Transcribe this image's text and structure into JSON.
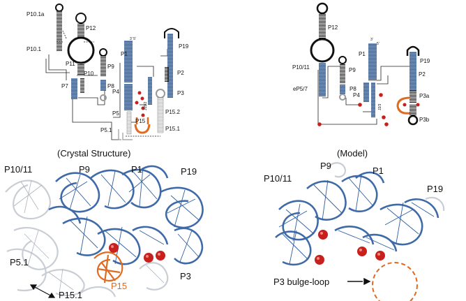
{
  "colors": {
    "helix_blue": "#2d5fa0",
    "ribbon_blue": "#3f6aa8",
    "ribbon_grey": "#c9cdd4",
    "p15_orange": "#e06a20",
    "metal_red": "#c8201c",
    "line_black": "#111111"
  },
  "left_panel": {
    "caption": "(Crystal Structure)",
    "labels": {
      "p10_1a": "P10.1a",
      "p12": "P12",
      "p10_1": "P10.1",
      "p11": "P11",
      "p10": "P10",
      "p9": "P9",
      "p7": "P7",
      "p8": "P8",
      "p1": "P1",
      "p19": "P19",
      "p2": "P2",
      "p3": "P3",
      "p4": "P4",
      "p5": "P5",
      "p15": "P15",
      "p15_2": "P15.2",
      "p15_1": "P15.1",
      "p5_1": "P5.1",
      "j15_2": "J15/2",
      "ends": "3' 5'"
    }
  },
  "right_panel": {
    "caption": "(Model)",
    "labels": {
      "p12": "P12",
      "p10_11": "P10/11",
      "p9": "P9",
      "p8": "P8",
      "ep5_7": "eP5/7",
      "p4": "P4",
      "p1": "P1",
      "p19": "P19",
      "p2": "P2",
      "p3a": "P3a",
      "p3b": "P3b",
      "j2_3": "J2/3",
      "end3": "3'",
      "end5": "5'"
    }
  },
  "bottom_left": {
    "labels": {
      "p10_11": "P10/11",
      "p9": "P9",
      "p1": "P1",
      "p19": "P19",
      "p5_1": "P5.1",
      "p15": "P15",
      "p3": "P3",
      "p15_1": "P15.1"
    }
  },
  "bottom_right": {
    "labels": {
      "p10_11": "P10/11",
      "p9": "P9",
      "p1": "P1",
      "p19": "P19",
      "bulge": "P3 bulge-loop"
    }
  }
}
